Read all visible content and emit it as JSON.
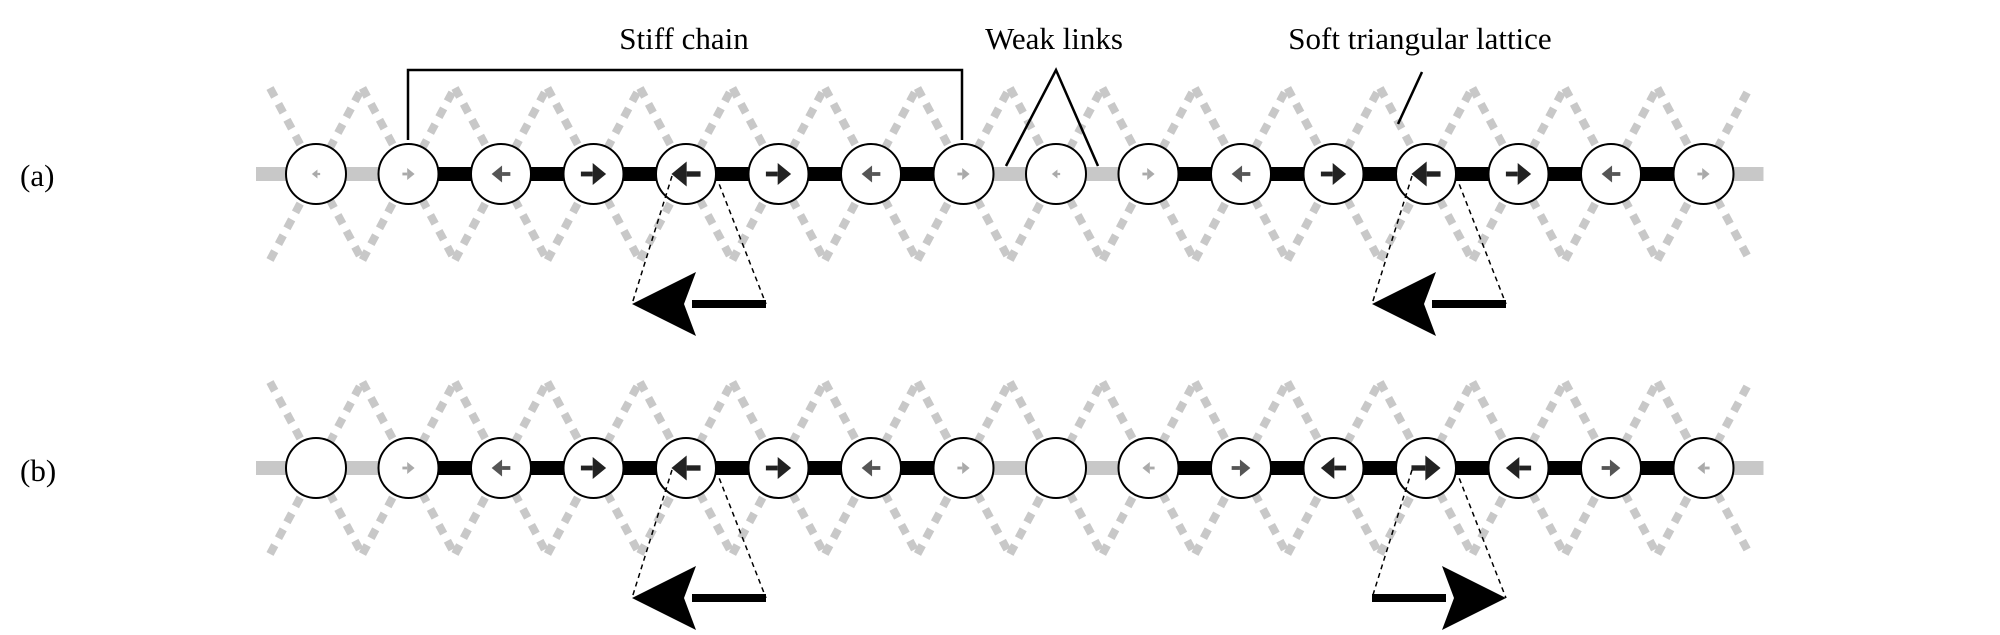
{
  "labels": {
    "stiff_chain": "Stiff chain",
    "weak_links": "Weak links",
    "soft_lattice": "Soft triangular lattice"
  },
  "colors": {
    "strong_bond": "#000000",
    "weak_bond": "#c8c8c8",
    "lattice": "#c8c8c8",
    "dark_arrow": "#222222",
    "mid_arrow": "#555555",
    "light_arrow": "#aaaaaa"
  },
  "rows": [
    {
      "id": "a",
      "label": "(a)",
      "sites": [
        {
          "dir": "left",
          "amp": 0.05
        },
        {
          "dir": "right",
          "amp": 0.2
        },
        {
          "dir": "left",
          "amp": 0.45
        },
        {
          "dir": "right",
          "amp": 0.7
        },
        {
          "dir": "left",
          "amp": 0.85
        },
        {
          "dir": "right",
          "amp": 0.7
        },
        {
          "dir": "left",
          "amp": 0.45
        },
        {
          "dir": "right",
          "amp": 0.2
        },
        {
          "dir": "left",
          "amp": 0.05
        },
        {
          "dir": "right",
          "amp": 0.2
        },
        {
          "dir": "left",
          "amp": 0.45
        },
        {
          "dir": "right",
          "amp": 0.7
        },
        {
          "dir": "left",
          "amp": 0.85
        },
        {
          "dir": "right",
          "amp": 0.7
        },
        {
          "dir": "left",
          "amp": 0.45
        },
        {
          "dir": "right",
          "amp": 0.2
        }
      ],
      "zoom": [
        {
          "site": 4,
          "dir": "left"
        },
        {
          "site": 12,
          "dir": "left"
        }
      ]
    },
    {
      "id": "b",
      "label": "(b)",
      "sites": [
        {
          "dir": "none",
          "amp": 0
        },
        {
          "dir": "right",
          "amp": 0.2
        },
        {
          "dir": "left",
          "amp": 0.45
        },
        {
          "dir": "right",
          "amp": 0.7
        },
        {
          "dir": "left",
          "amp": 0.85
        },
        {
          "dir": "right",
          "amp": 0.7
        },
        {
          "dir": "left",
          "amp": 0.45
        },
        {
          "dir": "right",
          "amp": 0.2
        },
        {
          "dir": "none",
          "amp": 0
        },
        {
          "dir": "left",
          "amp": 0.2
        },
        {
          "dir": "right",
          "amp": 0.45
        },
        {
          "dir": "left",
          "amp": 0.7
        },
        {
          "dir": "right",
          "amp": 0.85
        },
        {
          "dir": "left",
          "amp": 0.7
        },
        {
          "dir": "right",
          "amp": 0.45
        },
        {
          "dir": "left",
          "amp": 0.2
        }
      ],
      "zoom": [
        {
          "site": 4,
          "dir": "left"
        },
        {
          "site": 12,
          "dir": "right"
        }
      ]
    }
  ]
}
